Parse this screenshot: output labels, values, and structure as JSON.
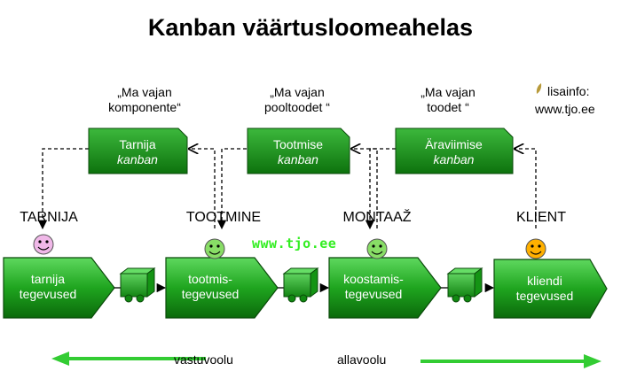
{
  "title": "Kanban väärtusloomeahelas",
  "quotes": [
    {
      "line1": "„Ma vajan",
      "line2": "komponente“"
    },
    {
      "line1": "„Ma vajan",
      "line2": "pooltoodet “"
    },
    {
      "line1": "„Ma vajan",
      "line2": "toodet “"
    }
  ],
  "kanban_cards": [
    {
      "line1": "Tarnija",
      "line2": "kanban"
    },
    {
      "line1": "Tootmise",
      "line2": "kanban"
    },
    {
      "line1": "Äraviimise",
      "line2": "kanban"
    }
  ],
  "stages": [
    "TARNIJA",
    "TOOTMINE",
    "MONTAAŽ",
    "KLIENT"
  ],
  "processes": [
    {
      "line1": "tarnija",
      "line2": "tegevused"
    },
    {
      "line1": "tootmis-",
      "line2": "tegevused"
    },
    {
      "line1": "koostamis-",
      "line2": "tegevused"
    },
    {
      "line1": "kliendi",
      "line2": "tegevused"
    }
  ],
  "info": {
    "line1": "lisainfo:",
    "line2": "www.tjo.ee"
  },
  "watermark": "www.tjo.ee",
  "flow": {
    "left": "vastuvoolu",
    "right": "allavoolu"
  },
  "colors": {
    "box_green": "#22aa22",
    "box_dark": "#0a6a0a",
    "arrow_green": "#33cc33",
    "face_pink": "#f0b8e8",
    "face_green": "#88dd66",
    "face_orange": "#ffb000"
  }
}
